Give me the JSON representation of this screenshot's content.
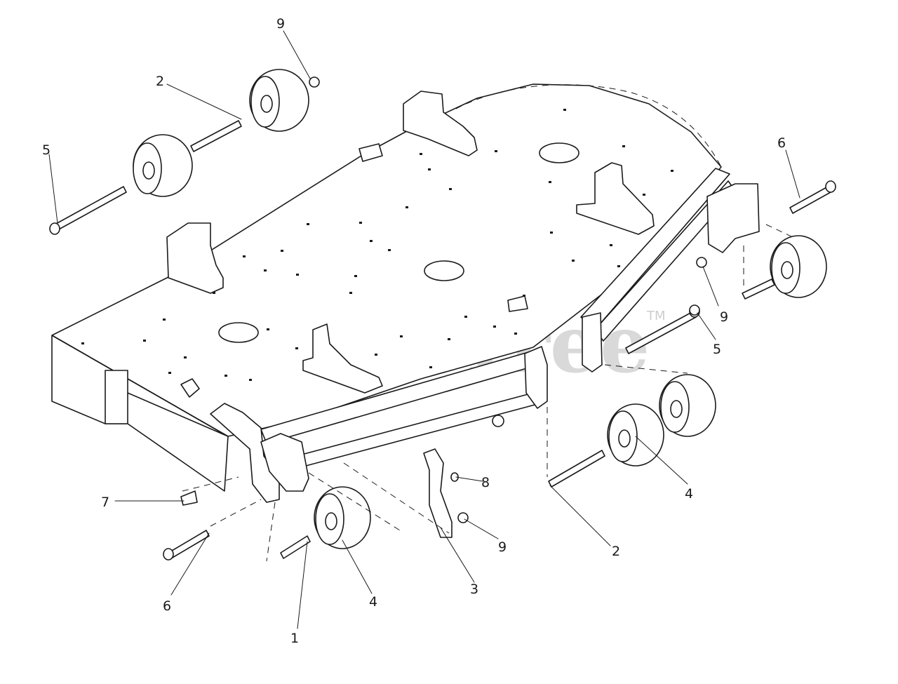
{
  "watermark": {
    "text": "PartsTree",
    "trademark": "TM"
  },
  "callouts": [
    {
      "id": "c1",
      "label": "1"
    },
    {
      "id": "c2a",
      "label": "2"
    },
    {
      "id": "c2b",
      "label": "2"
    },
    {
      "id": "c3",
      "label": "3"
    },
    {
      "id": "c4a",
      "label": "4"
    },
    {
      "id": "c4b",
      "label": "4"
    },
    {
      "id": "c5a",
      "label": "5"
    },
    {
      "id": "c5b",
      "label": "5"
    },
    {
      "id": "c6a",
      "label": "6"
    },
    {
      "id": "c6b",
      "label": "6"
    },
    {
      "id": "c7",
      "label": "7"
    },
    {
      "id": "c8",
      "label": "8"
    },
    {
      "id": "c9a",
      "label": "9"
    },
    {
      "id": "c9b",
      "label": "9"
    },
    {
      "id": "c9c",
      "label": "9"
    }
  ]
}
